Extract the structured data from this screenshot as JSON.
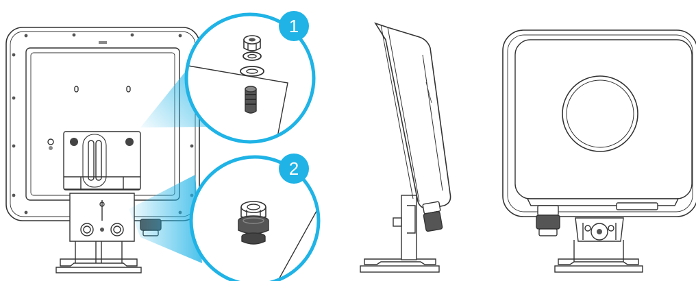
{
  "callouts": [
    {
      "number": "1",
      "part": "washer-and-nut-stack"
    },
    {
      "number": "2",
      "part": "cable-gland"
    }
  ],
  "views": [
    "rear-view",
    "side-view",
    "front-view"
  ],
  "colors": {
    "accent": "#1fb3e6",
    "accent_light": "#9fdcf3",
    "line": "#333333",
    "line_light": "#777777",
    "fill": "#ffffff"
  }
}
